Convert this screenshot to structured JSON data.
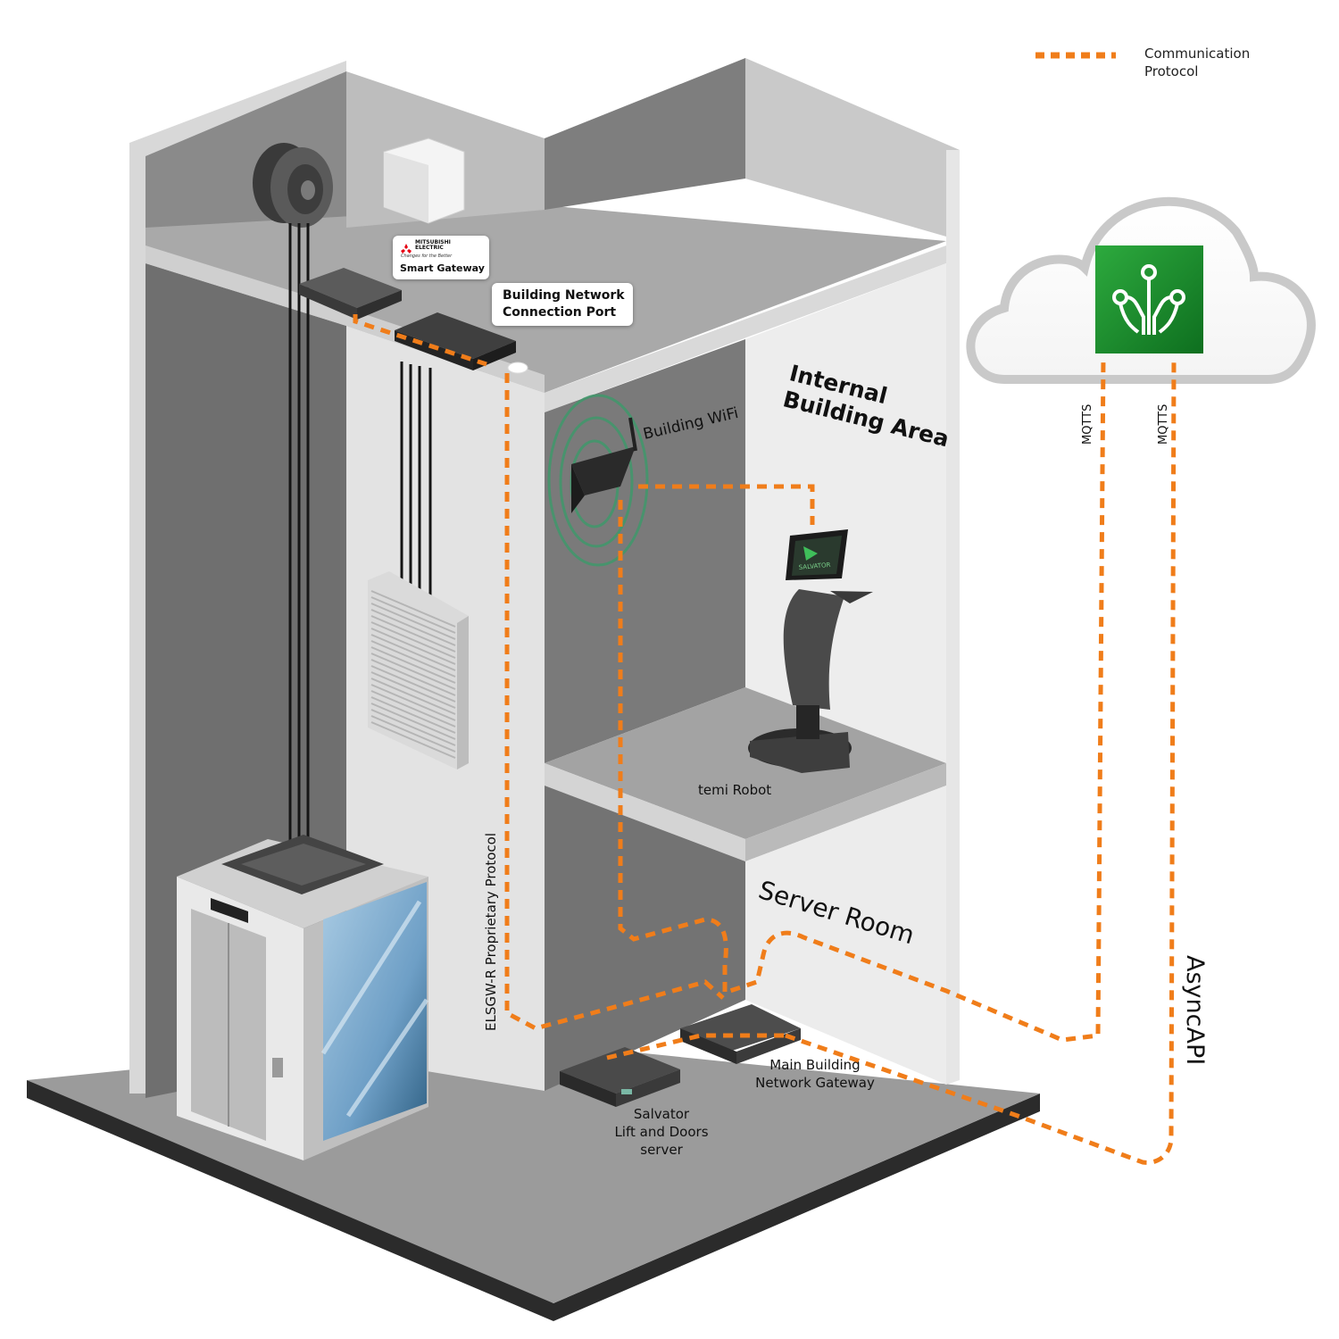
{
  "legend": {
    "label": "Communication\nProtocol",
    "color": "#F07D1A"
  },
  "areas": {
    "internal": "Internal\nBuilding Area",
    "server_room": "Server Room"
  },
  "devices": {
    "smart_gateway_brand_line1": "MITSUBISHI",
    "smart_gateway_brand_line2": "ELECTRIC",
    "smart_gateway_tagline": "Changes for the Better",
    "smart_gateway": "Smart Gateway",
    "building_port": "Building Network\nConnection Port",
    "building_wifi": "Building WiFi",
    "temi_robot": "temi Robot",
    "main_gateway": "Main Building\nNetwork Gateway",
    "salvator_server": "Salvator\nLift and Doors\nserver",
    "robot_screen_text": "SALVATOR"
  },
  "protocols": {
    "elsgw": "ELSGW-R Proprietary Protocol",
    "mqtts_1": "MQTTS",
    "mqtts_2": "MQTTS",
    "asyncapi": "AsyncAPI"
  },
  "colors": {
    "accent": "#F07D1A",
    "cloud_icon_green": "#1E8E2E",
    "wifi_ring": "#3C9A6A"
  }
}
